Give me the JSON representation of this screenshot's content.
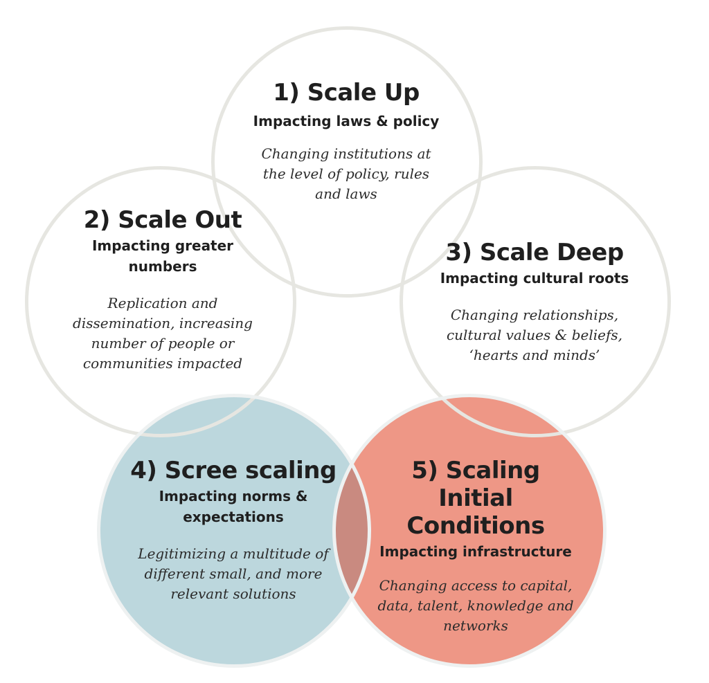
{
  "colors": {
    "outline": "#e6e6e1",
    "blue_fill": "#bcd7dd",
    "red_fill": "#ee9786",
    "overlap_fill": "#c98a80",
    "text": "#1f1f1f"
  },
  "circles": [
    {
      "id": "scale-up",
      "title": "1) Scale Up",
      "subtitle": "Impacting laws & policy",
      "description": "Changing institutions at the level of policy, rules and laws"
    },
    {
      "id": "scale-out",
      "title": "2) Scale Out",
      "subtitle": "Impacting greater numbers",
      "description": "Replication and dissemination, increasing number of people or communities impacted"
    },
    {
      "id": "scale-deep",
      "title": "3) Scale Deep",
      "subtitle": "Impacting cultural roots",
      "description": "Changing relationships, cultural values & beliefs, ‘hearts and minds’"
    },
    {
      "id": "scree-scaling",
      "title": "4) Scree scaling",
      "subtitle": "Impacting norms & expectations",
      "description": "Legitimizing a multitude of different small, and more relevant solutions"
    },
    {
      "id": "scaling-initial-conditions",
      "title": "5) Scaling Initial Conditions",
      "subtitle": "Impacting infrastructure",
      "description": "Changing access to capital, data, talent, knowledge and networks"
    }
  ]
}
